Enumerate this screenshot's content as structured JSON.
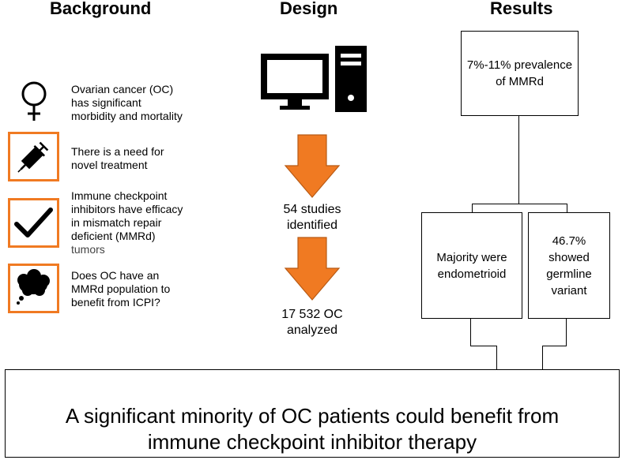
{
  "headings": {
    "background": "Background",
    "design": "Design",
    "results": "Results"
  },
  "background": {
    "items": [
      {
        "icon": "female-symbol-icon",
        "lines": [
          "Ovarian cancer (OC)",
          "has significant",
          "morbidity and mortality"
        ]
      },
      {
        "icon": "syringe-icon",
        "lines": [
          "There is a need for",
          "novel treatment"
        ]
      },
      {
        "icon": "checkmark-icon",
        "lines": [
          "Immune checkpoint",
          "inhibitors have efficacy",
          "in mismatch repair",
          "deficient (MMRd)",
          "tumors"
        ]
      },
      {
        "icon": "thought-cloud-icon",
        "lines": [
          "Does OC have an",
          "MMRd population to",
          "benefit from ICPI?"
        ]
      }
    ]
  },
  "design": {
    "computer_icon": "computer-icon",
    "arrow_color": "#f07a22",
    "step1": [
      "54 studies",
      "identified"
    ],
    "step2": [
      "17 532 OC",
      "analyzed"
    ]
  },
  "results": {
    "top_box": [
      "7%-11% prevalence",
      "of MMRd"
    ],
    "left_box": [
      "Majority were",
      "endometrioid"
    ],
    "right_box": [
      "46.7%",
      "showed",
      "germline",
      "variant"
    ]
  },
  "conclusion": [
    "A significant minority of OC patients could benefit from",
    "immune checkpoint inhibitor therapy"
  ],
  "colors": {
    "accent": "#f07a22"
  }
}
